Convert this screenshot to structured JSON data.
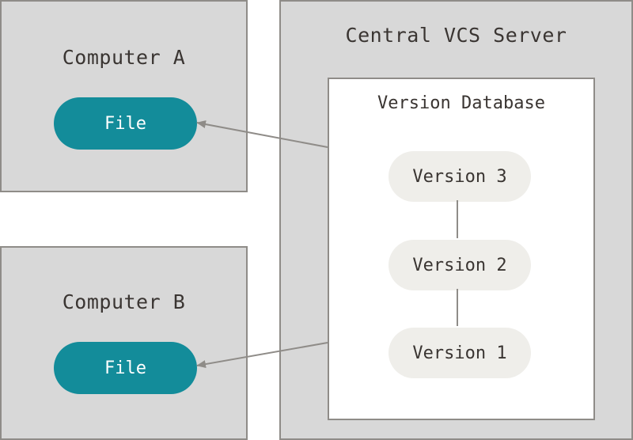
{
  "computers": [
    {
      "title": "Computer A",
      "file_label": "File"
    },
    {
      "title": "Computer B",
      "file_label": "File"
    }
  ],
  "server": {
    "title": "Central VCS Server",
    "database": {
      "title": "Version Database",
      "versions": [
        "Version 3",
        "Version 2",
        "Version 1"
      ]
    }
  },
  "colors": {
    "box_fill": "#d8d8d8",
    "box_border": "#8f8c88",
    "file_pill": "#138c9a",
    "version_pill": "#efeeea",
    "text": "#3a3532",
    "arrow": "#8f8c88"
  }
}
